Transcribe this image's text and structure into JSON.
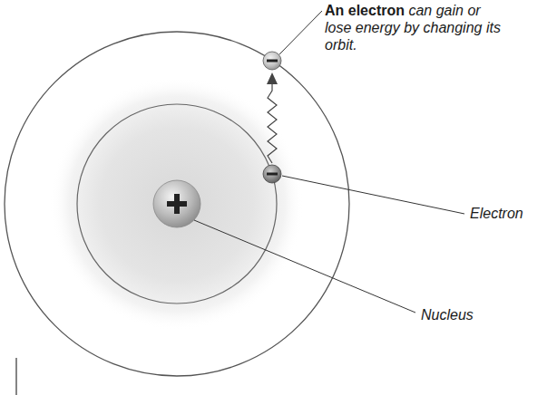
{
  "diagram": {
    "labels": [
      "An electron",
      "can gain or lose energy by changing its orbit.",
      "Electron",
      "Nucleus"
    ]
  }
}
